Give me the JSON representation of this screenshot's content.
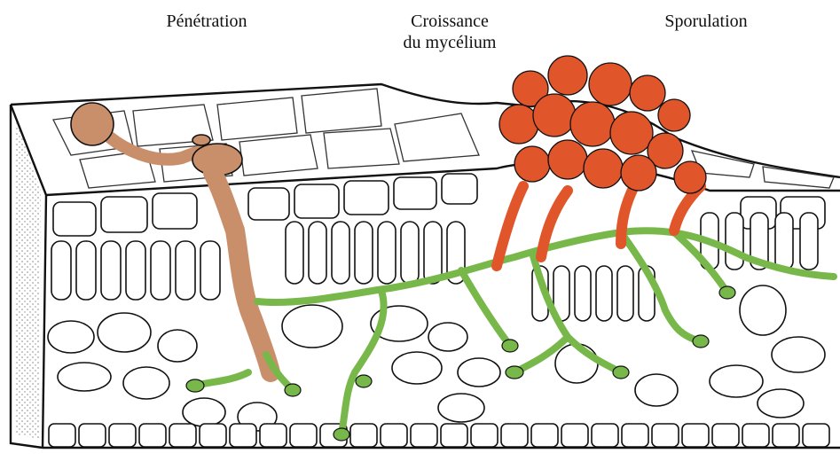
{
  "labels": {
    "penetration": "Pénétration",
    "croissance_line1": "Croissance",
    "croissance_line2": "du mycélium",
    "sporulation": "Sporulation"
  },
  "colors": {
    "background": "#ffffff",
    "outline": "#111111",
    "spore_tan": "#c98f6a",
    "mycelium_green": "#78b84a",
    "sporulation_orange": "#e0562a",
    "stipple": "#555555"
  }
}
